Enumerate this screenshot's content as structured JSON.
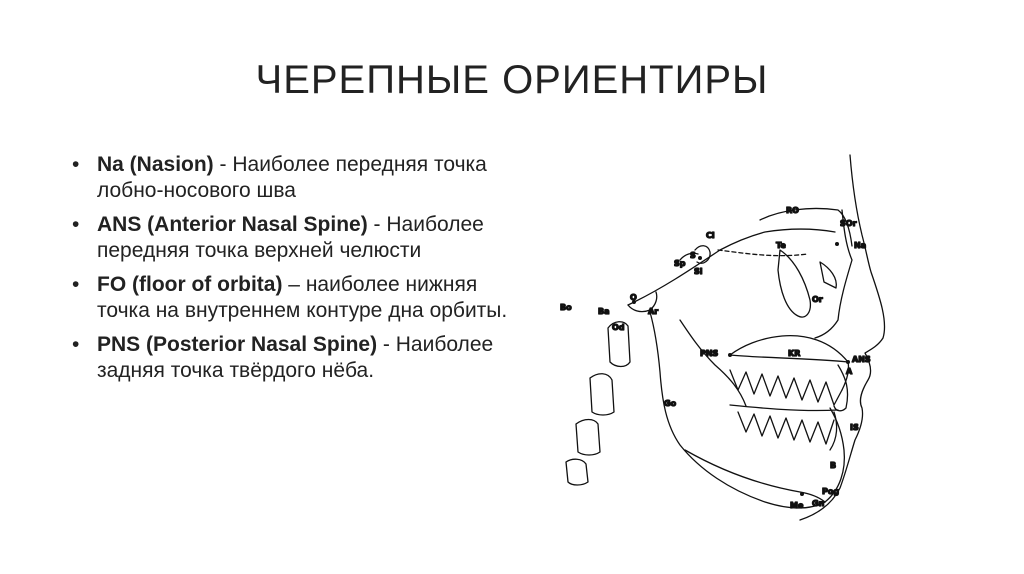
{
  "title": "ЧЕРЕПНЫЕ ОРИЕНТИРЫ",
  "bullets": [
    {
      "term": "Na (Nasion)",
      "text": " - Наиболее передняя точка лобно-носового шва"
    },
    {
      "term": "ANS (Anterior Nasal Spine)",
      "text": " - Наиболее передняя точка верхней челюсти"
    },
    {
      "term": "FO (floor of orbita)",
      "text": " – наиболее нижняя точка на внутреннем контуре дна орбиты."
    },
    {
      "term": "PNS (Posterior Nasal Spine)",
      "text": " - Наиболее задняя точка твёрдого нёба."
    }
  ],
  "figure_labels": {
    "ro": "RO",
    "sor": "SOr",
    "na": "Na",
    "cl": "Cl",
    "te": "Te",
    "s": "S",
    "sp": "Sp",
    "si": "Si",
    "bo": "Bo",
    "ba": "Ba",
    "o": "O",
    "ar": "Ar",
    "od": "Od",
    "or": "Or",
    "pns": "PNS",
    "kr": "KR",
    "ans": "ANS",
    "a": "A",
    "go": "Go",
    "is": "IS",
    "b": "B",
    "pog": "Pog",
    "me": "Me",
    "gn": "Gn"
  }
}
